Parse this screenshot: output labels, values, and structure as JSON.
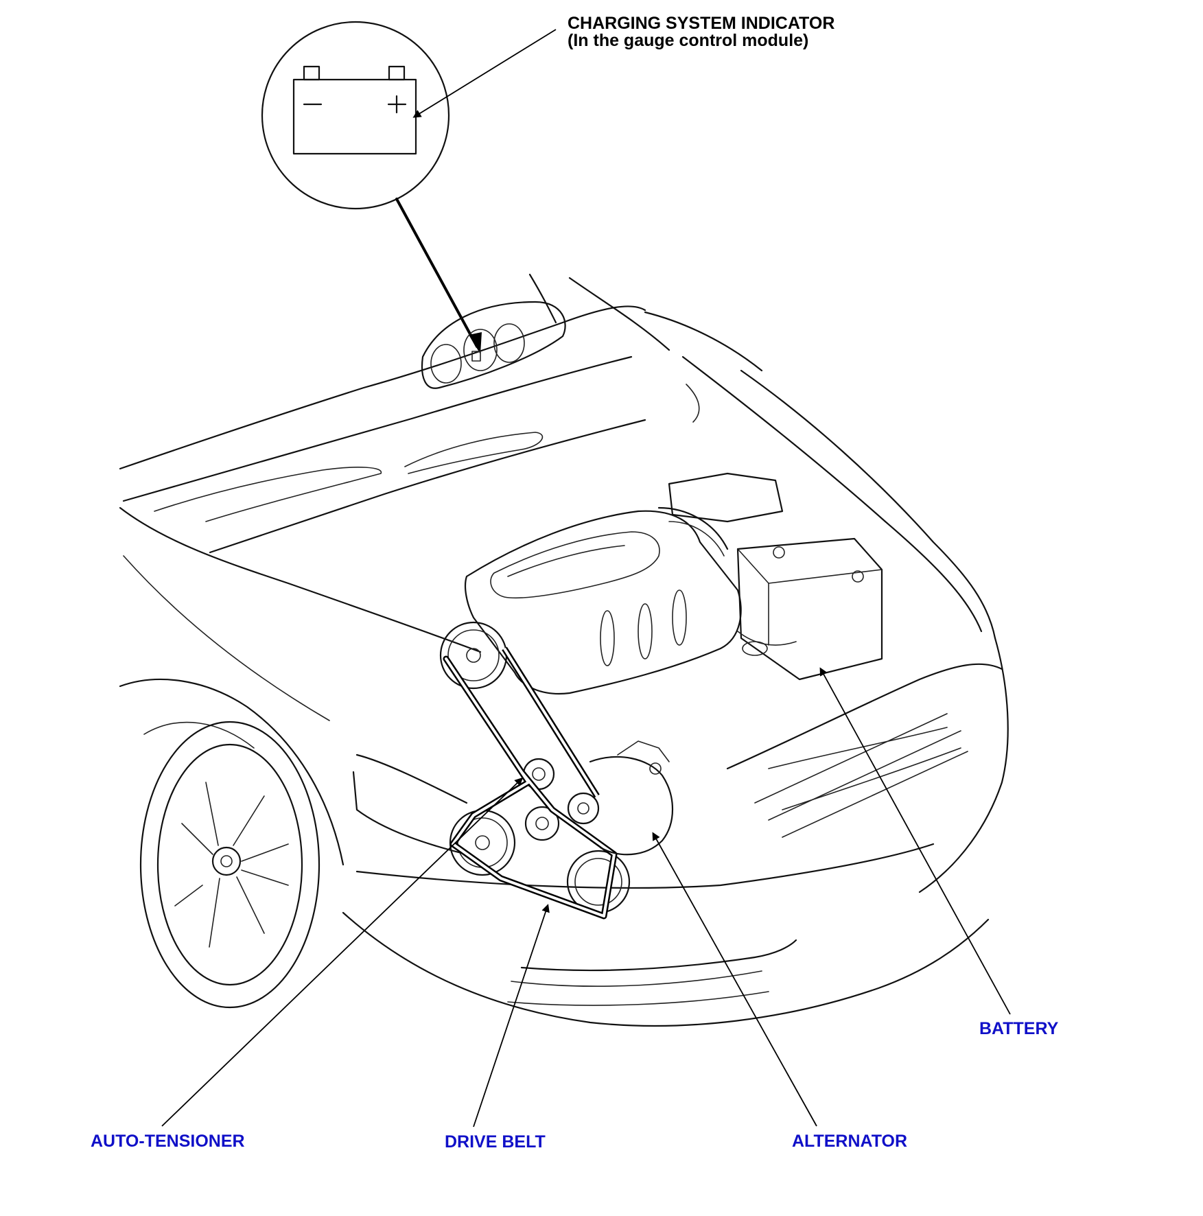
{
  "callout": {
    "title_line1": "CHARGING SYSTEM INDICATOR",
    "title_line2": "(In the gauge control module)",
    "battery_symbol_minus": "−",
    "battery_symbol_plus": "+"
  },
  "labels": {
    "battery": "BATTERY",
    "auto_tensioner": "AUTO-TENSIONER",
    "drive_belt": "DRIVE BELT",
    "alternator": "ALTERNATOR"
  },
  "colors": {
    "label_blue": "#1010c8",
    "line": "#000000",
    "background": "#ffffff"
  }
}
